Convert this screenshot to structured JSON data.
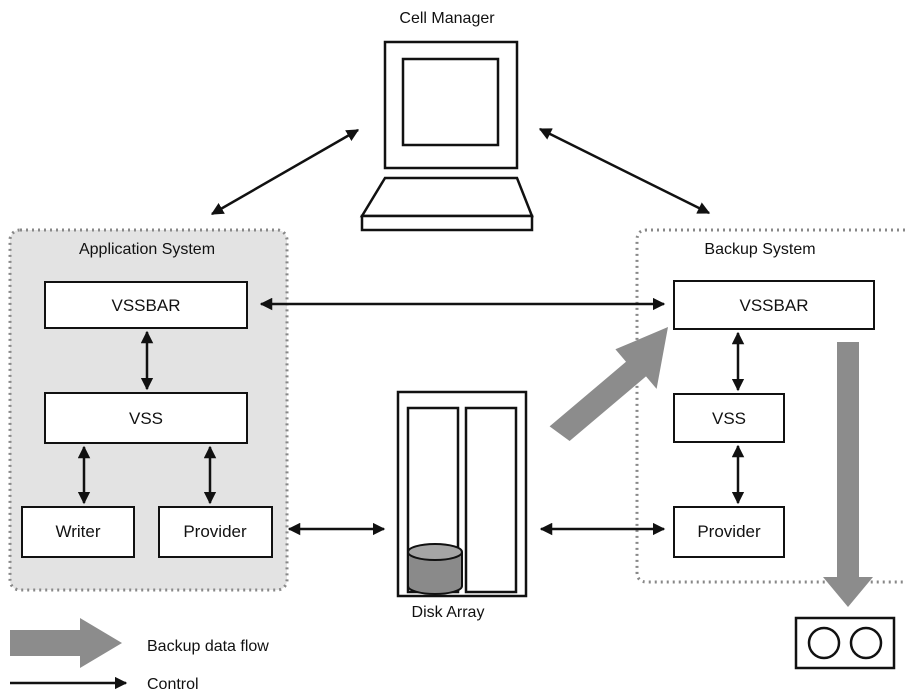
{
  "cell_manager": {
    "label": "Cell Manager"
  },
  "application_system": {
    "title": "Application System",
    "vssbar": "VSSBAR",
    "vss": "VSS",
    "writer": "Writer",
    "provider": "Provider"
  },
  "backup_system": {
    "title": "Backup System",
    "vssbar": "VSSBAR",
    "vss": "VSS",
    "provider": "Provider"
  },
  "disk_array": {
    "label": "Disk Array"
  },
  "legend": {
    "backup_flow": "Backup data flow",
    "control": "Control"
  },
  "colors": {
    "app_fill": "#e3e3e3",
    "flow_gray": "#8c8c8c",
    "line": "#111111"
  }
}
